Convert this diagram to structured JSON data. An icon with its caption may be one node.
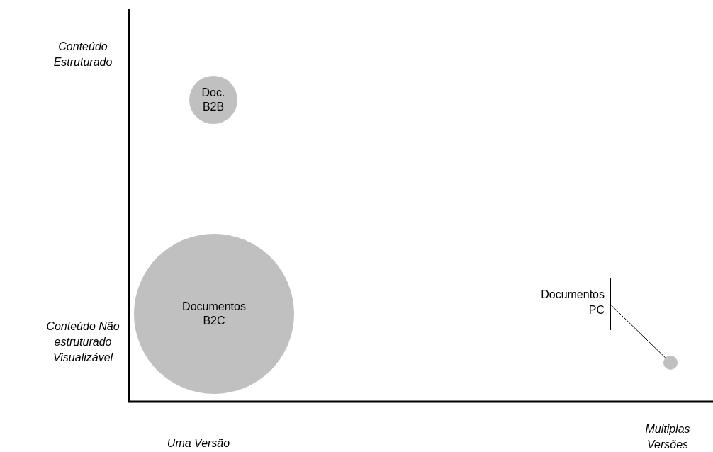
{
  "diagram": {
    "nodes": [
      {
        "text": [
          "Doc. B2B"
        ]
      },
      {
        "text": [
          "Documentos B2C"
        ]
      },
      {
        "text": [
          "Documentos PC"
        ]
      },
      {
        "text": [],
        "shape": "circle"
      }
    ],
    "edges": [
      {
        "from": 2,
        "to": 3,
        "arrow": "none"
      }
    ],
    "labels": [
      "Conteúdo Estruturado",
      "Conteúdo Não estruturado Visualizável",
      "Uma Versão",
      "Multiplas Versões"
    ]
  }
}
